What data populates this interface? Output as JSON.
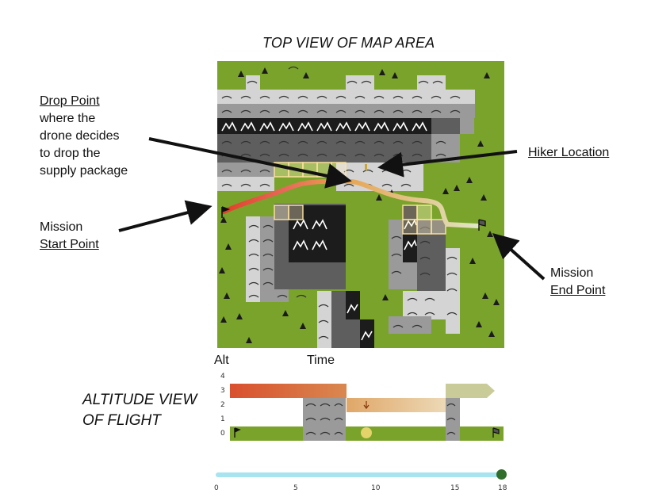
{
  "map": {
    "title": "TOP VIEW OF MAP AREA",
    "colors": {
      "grass": "#7aa32b",
      "light_rock": "#d4d4d4",
      "mid_rock": "#9a9a9a",
      "dark_rock": "#5e5e5e",
      "peak": "#1c1c1c",
      "path_start": "#e0402a",
      "path_mid": "#e7b060",
      "path_end": "#d8dcb8"
    }
  },
  "annotations": {
    "drop_point": {
      "title": "Drop Point",
      "lines": [
        "where the",
        "drone decides",
        "to drop the",
        "supply package"
      ]
    },
    "hiker": {
      "title": "Hiker Location"
    },
    "mission_start": {
      "line1": "Mission",
      "line2": "Start Point"
    },
    "mission_end": {
      "line1": "Mission",
      "line2": "End Point"
    }
  },
  "altitude": {
    "title_line1": "ALTITUDE VIEW",
    "title_line2": "OF FLIGHT",
    "y_label": "Alt",
    "x_label": "Time",
    "levels": [
      "4",
      "3",
      "2",
      "1",
      "0"
    ]
  },
  "timeline": {
    "ticks": [
      "0",
      "5",
      "10",
      "15",
      "18"
    ],
    "min": 0,
    "max": 18,
    "current": 18,
    "track_color": "#a8e3f0",
    "knob_color": "#2f6f2a"
  }
}
